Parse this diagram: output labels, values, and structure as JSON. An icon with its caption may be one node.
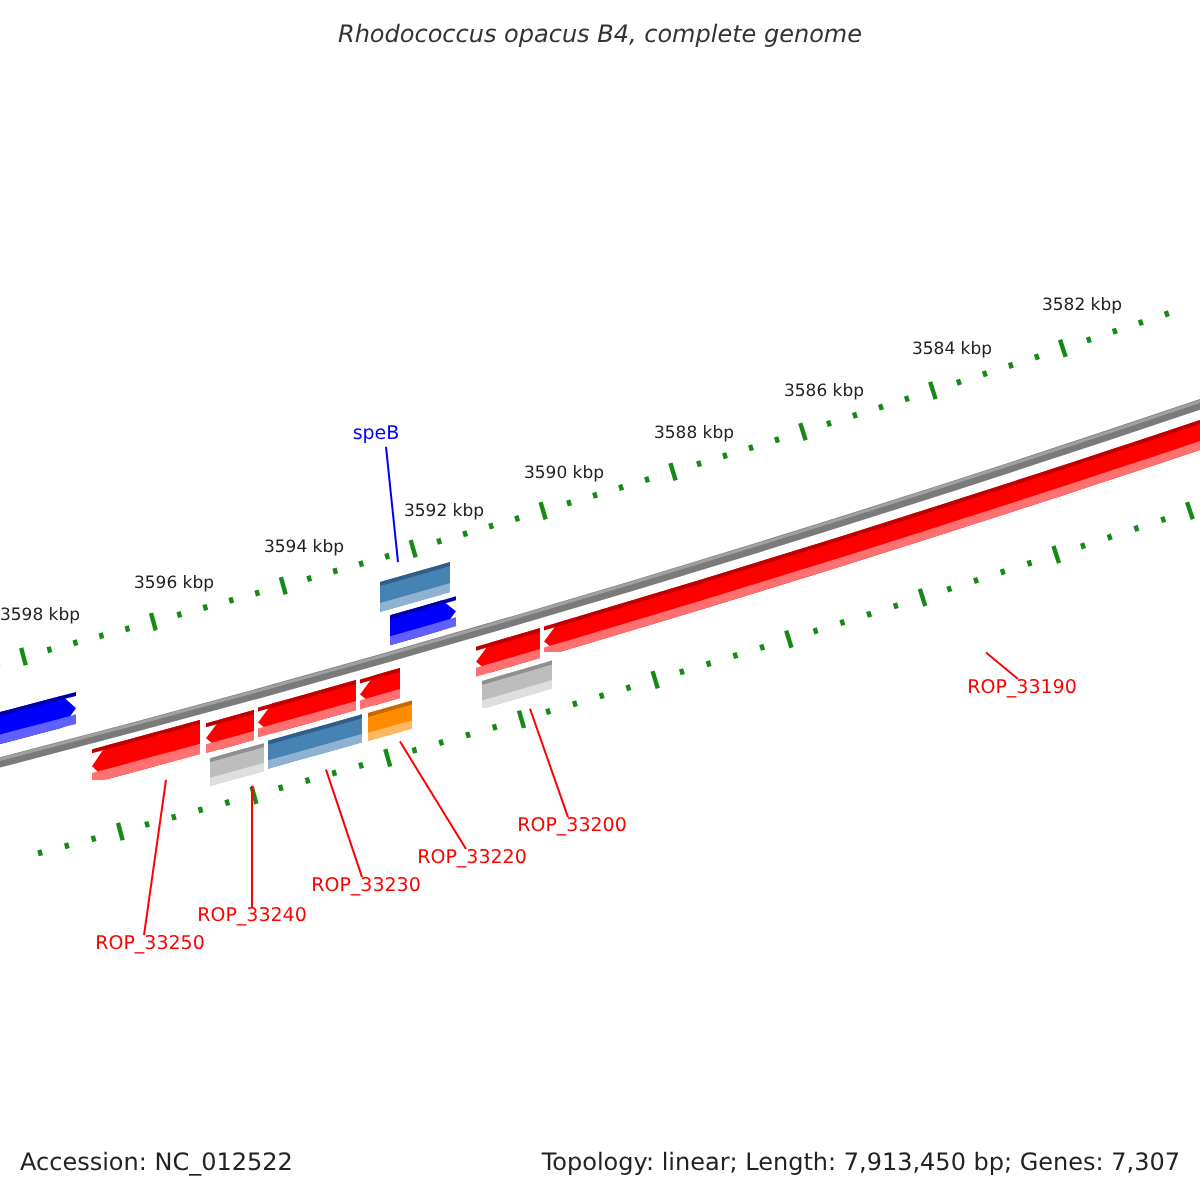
{
  "diagram": {
    "title": "Rhodococcus opacus B4, complete genome",
    "nodes": [
      {
        "text": [
          "speB"
        ]
      },
      {
        "text": [],
        "shape": "arrow"
      },
      {
        "text": [
          "ROP_33190"
        ]
      },
      {
        "text": [],
        "shape": "arrow"
      },
      {
        "text": [
          "ROP_33200"
        ]
      },
      {
        "text": [],
        "shape": "arrow"
      },
      {
        "text": [
          "ROP_33220"
        ]
      },
      {
        "text": [],
        "shape": "arrow"
      },
      {
        "text": [
          "ROP_33230"
        ]
      },
      {
        "text": [],
        "shape": "arrow"
      },
      {
        "text": [
          "ROP_33240"
        ]
      },
      {
        "text": [],
        "shape": "arrow"
      },
      {
        "text": [
          "ROP_33250"
        ]
      },
      {
        "text": [],
        "shape": "arrow"
      }
    ],
    "edges": [
      {
        "from": 0,
        "to": 1,
        "arrow": "none",
        "color": "#0000ff"
      },
      {
        "from": 2,
        "to": 3,
        "arrow": "none"
      },
      {
        "from": 4,
        "to": 5,
        "arrow": "none"
      },
      {
        "from": 6,
        "to": 7,
        "arrow": "none"
      },
      {
        "from": 8,
        "to": 9,
        "arrow": "none"
      },
      {
        "from": 10,
        "to": 11,
        "arrow": "none"
      },
      {
        "from": 12,
        "to": 13,
        "arrow": "none"
      }
    ],
    "labels": [
      "3582 kbp",
      "3584 kbp",
      "3586 kbp",
      "3588 kbp",
      "3590 kbp",
      "3592 kbp",
      "3594 kbp",
      "3596 kbp",
      "3598 kbp",
      "Accession: NC_012522",
      "Topology: linear; Length: 7,913,450 bp; Genes: 7,307"
    ]
  }
}
